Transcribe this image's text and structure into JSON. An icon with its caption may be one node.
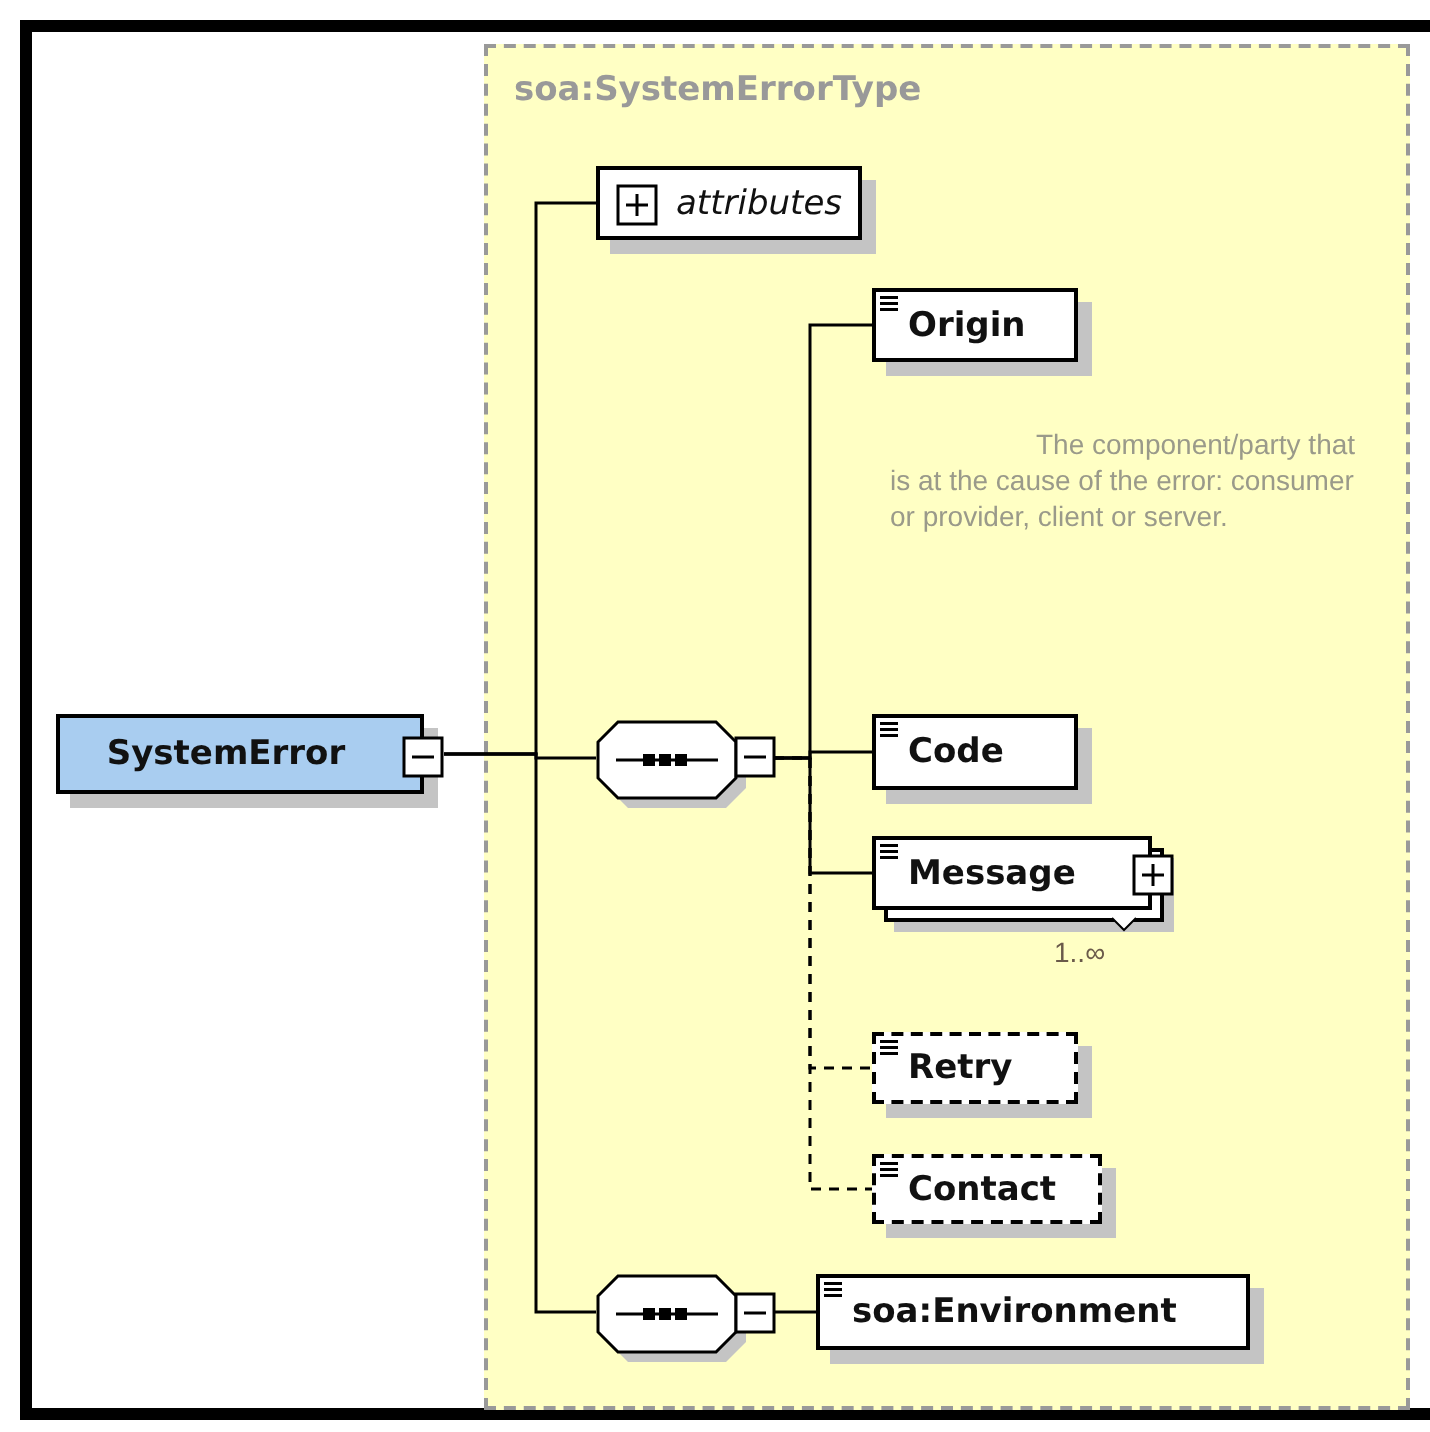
{
  "diagram": {
    "nodes": [
      {
        "text": [
          "SystemError"
        ]
      },
      {
        "text": [
          "soa:SystemErrorType"
        ]
      },
      {
        "text": [
          "attributes"
        ],
        "in": 1
      },
      {
        "text": [],
        "shape": "octagon",
        "in": 1
      },
      {
        "text": [
          "Origin"
        ],
        "in": 1,
        "beside": [
          "The component/party that is at the cause of the error: consumer or provider, client or server."
        ]
      },
      {
        "text": [
          "Code"
        ],
        "in": 1
      },
      {
        "text": [
          "Message"
        ],
        "in": 1,
        "beside": [
          "1..∞"
        ]
      },
      {
        "text": [
          "Retry"
        ],
        "in": 1
      },
      {
        "text": [
          "Contact"
        ],
        "in": 1
      },
      {
        "text": [],
        "shape": "octagon",
        "in": 1
      },
      {
        "text": [
          "soa:**Environment**"
        ],
        "in": 1
      }
    ],
    "edges": [
      {
        "from": 0,
        "to": 2,
        "arrow": "none"
      },
      {
        "from": 0,
        "to": 3,
        "arrow": "none"
      },
      {
        "from": 0,
        "to": 9,
        "arrow": "none"
      },
      {
        "from": 3,
        "to": 4,
        "arrow": "none"
      },
      {
        "from": 3,
        "to": 5,
        "arrow": "none"
      },
      {
        "from": 3,
        "to": 6,
        "arrow": "none"
      },
      {
        "from": 3,
        "to": 7,
        "arrow": "none",
        "style": "dashed"
      },
      {
        "from": 3,
        "to": 8,
        "arrow": "none",
        "style": "dashed"
      },
      {
        "from": 9,
        "to": 10,
        "arrow": "none"
      }
    ]
  }
}
